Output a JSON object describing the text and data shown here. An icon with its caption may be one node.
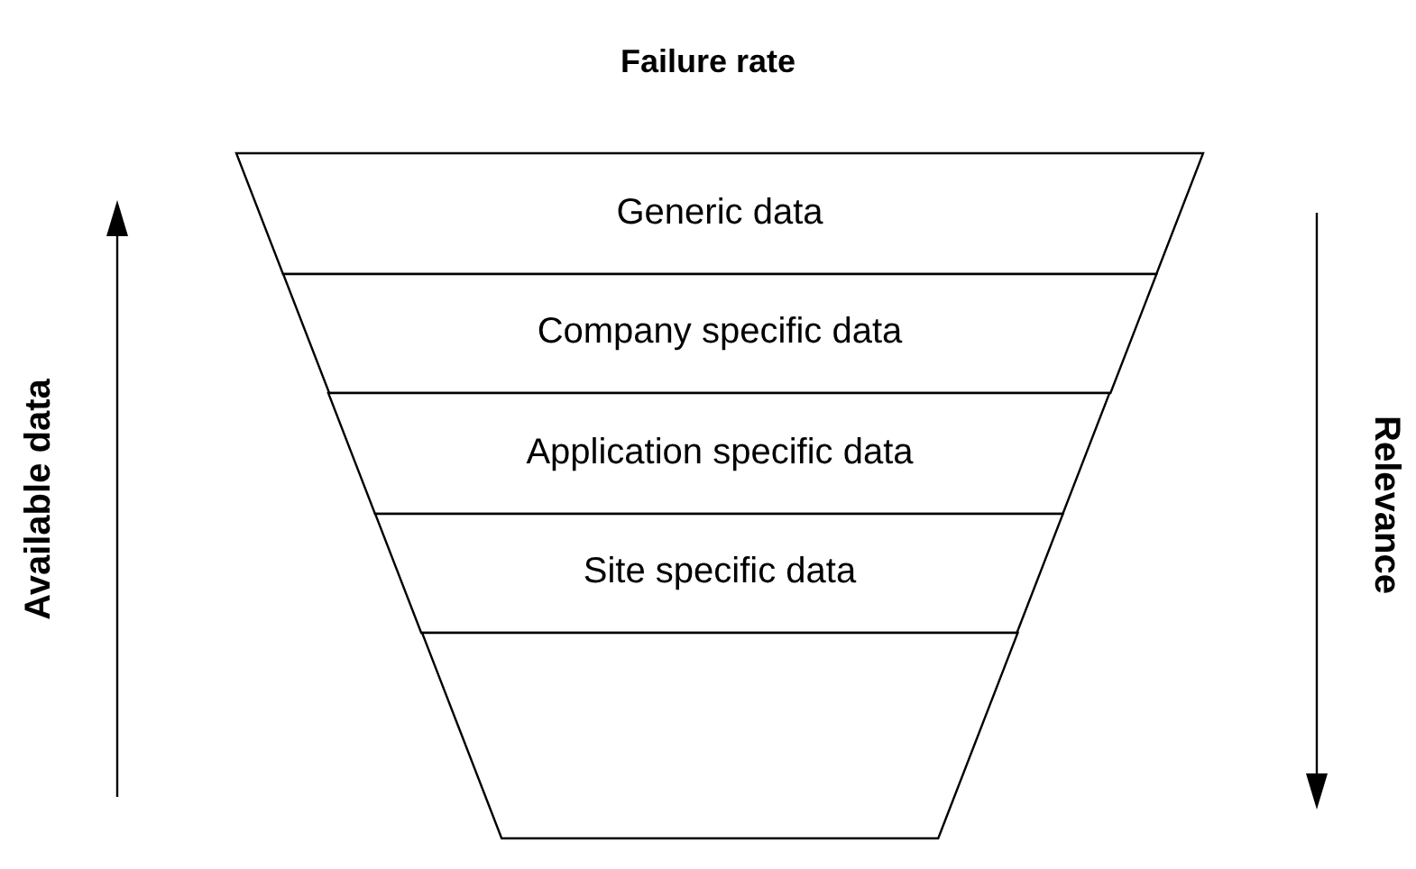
{
  "diagram": {
    "title": "Failure rate",
    "nodes": [
      {
        "text": [
          "Generic data"
        ]
      },
      {
        "text": [
          "Company specific data"
        ]
      },
      {
        "text": [
          "Application specific data"
        ]
      },
      {
        "text": [
          "Site specific data"
        ]
      },
      {
        "text": [],
        "shape": "trapezoid"
      }
    ],
    "labels": [
      "Available data",
      "Relevance"
    ]
  }
}
